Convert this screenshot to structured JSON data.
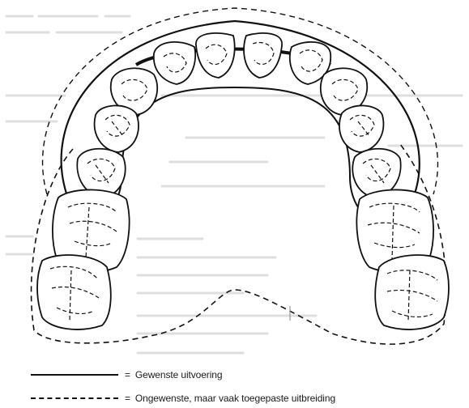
{
  "diagram": {
    "subject": "Upper dental arch (occlusal view) with two denture base outlines"
  },
  "legend": [
    {
      "style": "solid",
      "label": "Gewenste uitvoering"
    },
    {
      "style": "dashed",
      "label": "Ongewenste, maar vaak toegepaste uitbreiding"
    }
  ],
  "colors": {
    "ink": "#111111",
    "paper": "#ffffff",
    "faint_text": "#cfcfcf"
  }
}
